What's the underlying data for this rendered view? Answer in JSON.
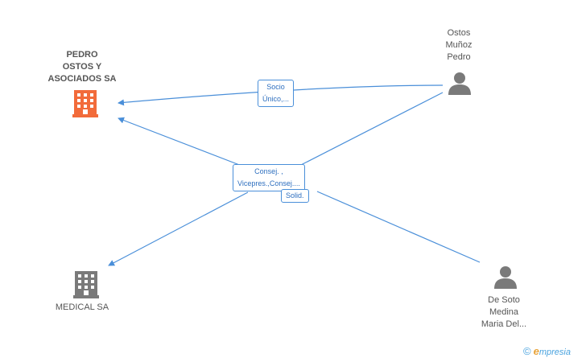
{
  "colors": {
    "edge": "#4a8fd9",
    "main_company": "#f26b3a",
    "company": "#7a7a7a",
    "person": "#7a7a7a"
  },
  "nodes": {
    "pedro_ostos": {
      "label_lines": [
        "PEDRO",
        "OSTOS Y",
        "ASOCIADOS SA"
      ],
      "icon": "building-icon"
    },
    "medical": {
      "label_lines": [
        "MEDICAL SA"
      ],
      "icon": "building-icon"
    },
    "ostos_munoz": {
      "label_lines": [
        "Ostos",
        "Muñoz",
        "Pedro"
      ],
      "icon": "person-icon"
    },
    "de_soto": {
      "label_lines": [
        "De Soto",
        "Medina",
        "Maria Del..."
      ],
      "icon": "person-icon"
    }
  },
  "edges": [
    {
      "label_lines": [
        "Socio",
        "Único,..."
      ]
    },
    {
      "label_lines": [
        "Consej. ,",
        "Vicepres.,Consej...."
      ]
    },
    {
      "label_lines": [
        "Solid."
      ]
    }
  ],
  "brand": {
    "copyright": "©",
    "name_initial": "e",
    "name_rest": "mpresia"
  }
}
